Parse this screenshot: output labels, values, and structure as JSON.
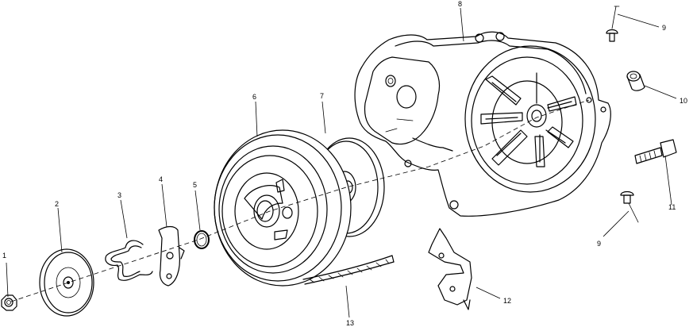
{
  "diagram": {
    "callouts": [
      "1",
      "2",
      "3",
      "4",
      "5",
      "6",
      "7",
      "8",
      "9",
      "10",
      "11",
      "9",
      "12",
      "13"
    ]
  }
}
